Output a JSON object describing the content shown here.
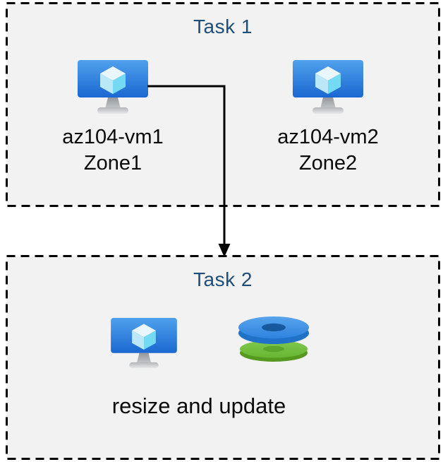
{
  "task1": {
    "title": "Task 1",
    "vms": [
      {
        "name": "az104-vm1",
        "zone": "Zone1",
        "icon": "virtual-machine-icon"
      },
      {
        "name": "az104-vm2",
        "zone": "Zone2",
        "icon": "virtual-machine-icon"
      }
    ]
  },
  "task2": {
    "title": "Task 2",
    "caption": "resize and update",
    "icons": [
      "virtual-machine-icon",
      "managed-disks-icon"
    ]
  },
  "connector": {
    "from": "az104-vm1",
    "to": "Task 2",
    "style": "elbow-arrow"
  },
  "colors": {
    "title_text": "#1F4E79",
    "label_text": "#0A0A0A",
    "box_fill": "#F2F2F2",
    "box_border": "#000000",
    "vm_screen_top": "#4FA1EC",
    "vm_screen_bottom": "#1B67D1",
    "disk_blue": "#3E92E6",
    "disk_blue_dark": "#1F72C8",
    "disk_green": "#74BE3F",
    "disk_green_dark": "#55991E"
  }
}
